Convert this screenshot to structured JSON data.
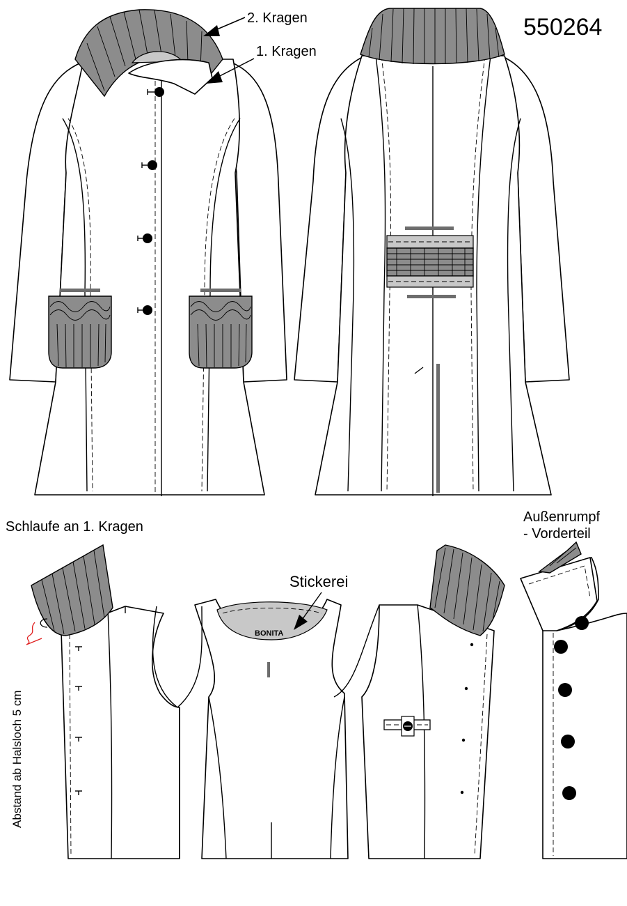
{
  "sheet": {
    "article_number": "550264",
    "labels": {
      "collar_2": "2. Kragen",
      "collar_1": "1. Kragen",
      "loop": "Schlaufe an 1. Kragen",
      "outer_body": "Außenrumpf",
      "front_piece": "- Vorderteil",
      "embroidery": "Stickerei",
      "embroidery_text": "BONITA",
      "distance": "Abstand ab Halsloch 5 cm"
    }
  },
  "colors": {
    "outline": "#000000",
    "rib_fill": "#8c8c8c",
    "light_fill": "#c8c8c8",
    "bar": "#6d6d6d",
    "loop_red": "#e02020"
  }
}
